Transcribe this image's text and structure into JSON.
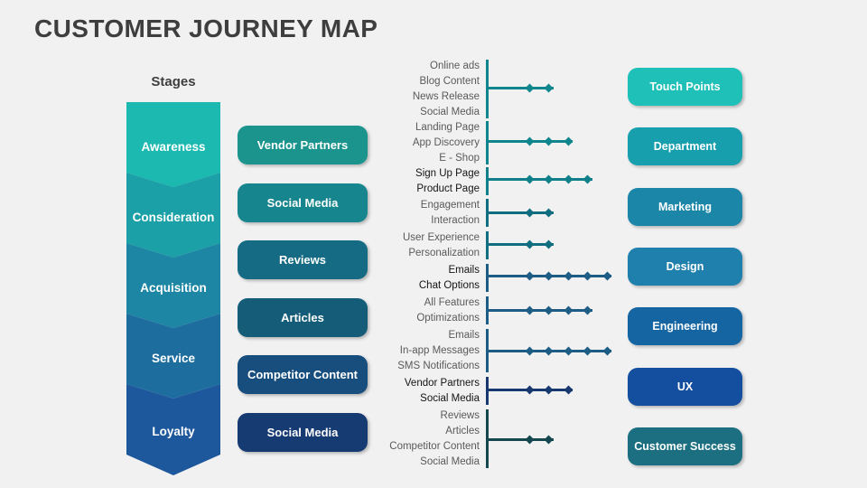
{
  "title": "CUSTOMER JOURNEY MAP",
  "stages_header": "Stages",
  "stages": [
    {
      "label": "Awareness",
      "color": "#1cb9b0"
    },
    {
      "label": "Consideration",
      "color": "#1aa0a6"
    },
    {
      "label": "Acquisition",
      "color": "#1d86a4"
    },
    {
      "label": "Service",
      "color": "#1d6e9f"
    },
    {
      "label": "Loyalty",
      "color": "#1d579c"
    }
  ],
  "channel_buttons": [
    {
      "label": "Vendor Partners",
      "color": "#1a948c"
    },
    {
      "label": "Social Media",
      "color": "#16858d"
    },
    {
      "label": "Reviews",
      "color": "#146b83"
    },
    {
      "label": "Articles",
      "color": "#145c78"
    },
    {
      "label": "Competitor Content",
      "color": "#174e7d"
    },
    {
      "label": "Social Media",
      "color": "#163a72"
    }
  ],
  "category_buttons": [
    {
      "label": "Touch Points",
      "color": "#1ec0b7"
    },
    {
      "label": "Department",
      "color": "#189fae"
    },
    {
      "label": "Marketing",
      "color": "#1c86a8"
    },
    {
      "label": "Design",
      "color": "#1f7fad"
    },
    {
      "label": "Engineering",
      "color": "#1565a3"
    },
    {
      "label": "UX",
      "color": "#134f9e"
    },
    {
      "label": "Customer Success",
      "color": "#1b6f80"
    }
  ],
  "touchpoint_groups": [
    {
      "labels": [
        "Online ads",
        "Blog Content",
        "News Release",
        "Social Media"
      ],
      "emphasis": false,
      "markers": 2,
      "color": "#0f858d"
    },
    {
      "labels": [
        "Landing Page",
        "App Discovery",
        "E - Shop"
      ],
      "emphasis": false,
      "markers": 3,
      "color": "#0f858d"
    },
    {
      "labels": [
        "Sign Up Page",
        "Product Page"
      ],
      "emphasis": true,
      "markers": 4,
      "color": "#0f7f8a"
    },
    {
      "labels": [
        "Engagement",
        "Interaction"
      ],
      "emphasis": false,
      "markers": 2,
      "color": "#116e80"
    },
    {
      "labels": [
        "User Experience",
        "Personalization"
      ],
      "emphasis": false,
      "markers": 2,
      "color": "#116e80"
    },
    {
      "labels": [
        "Emails",
        "Chat Options"
      ],
      "emphasis": true,
      "markers": 5,
      "color": "#1d5c85"
    },
    {
      "labels": [
        "All Features",
        "Optimizations"
      ],
      "emphasis": false,
      "markers": 4,
      "color": "#1d5c85"
    },
    {
      "labels": [
        "Emails",
        "In-app Messages",
        "SMS Notifications"
      ],
      "emphasis": false,
      "markers": 5,
      "color": "#1d5c85"
    },
    {
      "labels": [
        "Vendor Partners",
        "Social Media"
      ],
      "emphasis": true,
      "markers": 3,
      "color": "#17396f"
    },
    {
      "labels": [
        "Reviews",
        "Articles",
        "Competitor Content",
        "Social Media"
      ],
      "emphasis": false,
      "markers": 2,
      "color": "#15484e"
    }
  ]
}
